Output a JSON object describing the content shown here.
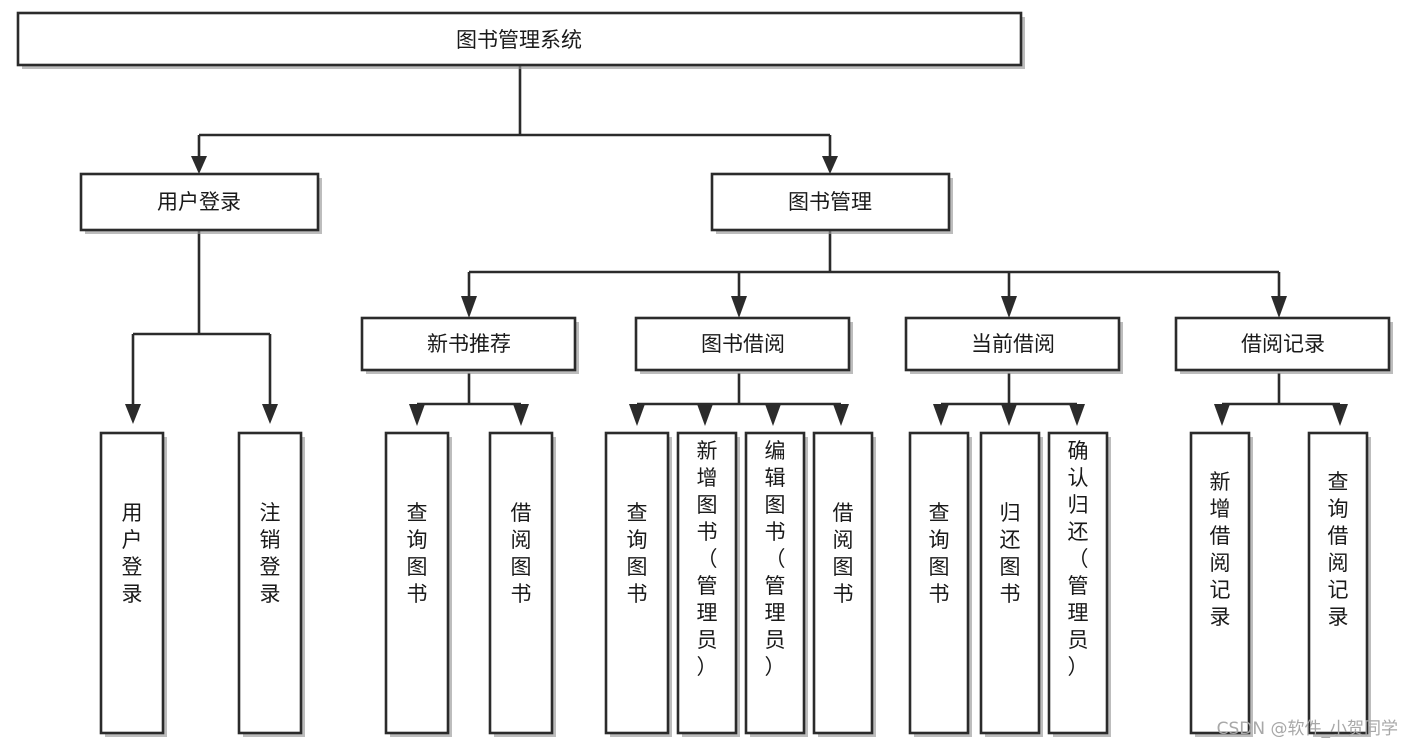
{
  "diagram": {
    "title": "图书管理系统",
    "type": "功能结构图",
    "background_color": "#ffffff",
    "line_color": "#2b2b2b",
    "text_color": "#1a1a1a",
    "nodes": {
      "root": {
        "label": "图书管理系统",
        "level": 0,
        "orientation": "horizontal"
      },
      "level1": [
        {
          "id": "user-login",
          "label": "用户登录"
        },
        {
          "id": "book-manage",
          "label": "图书管理"
        }
      ],
      "level2": [
        {
          "id": "new-book-recommend",
          "label": "新书推荐",
          "parent": "book-manage"
        },
        {
          "id": "book-borrow",
          "label": "图书借阅",
          "parent": "book-manage"
        },
        {
          "id": "current-borrow",
          "label": "当前借阅",
          "parent": "book-manage"
        },
        {
          "id": "borrow-record",
          "label": "借阅记录",
          "parent": "book-manage"
        }
      ],
      "leaves": [
        {
          "id": "leaf-user-login",
          "label": "用户登录",
          "parent": "user-login"
        },
        {
          "id": "leaf-user-logout",
          "label": "注销登录",
          "parent": "user-login"
        },
        {
          "id": "leaf-query-book-1",
          "label": "查询图书",
          "parent": "new-book-recommend"
        },
        {
          "id": "leaf-borrow-book-1",
          "label": "借阅图书",
          "parent": "new-book-recommend"
        },
        {
          "id": "leaf-query-book-2",
          "label": "查询图书",
          "parent": "book-borrow"
        },
        {
          "id": "leaf-add-book",
          "label": "新增图书（管理员）",
          "parent": "book-borrow"
        },
        {
          "id": "leaf-edit-book",
          "label": "编辑图书（管理员）",
          "parent": "book-borrow"
        },
        {
          "id": "leaf-borrow-book-2",
          "label": "借阅图书",
          "parent": "book-borrow"
        },
        {
          "id": "leaf-query-book-3",
          "label": "查询图书",
          "parent": "current-borrow"
        },
        {
          "id": "leaf-return-book",
          "label": "归还图书",
          "parent": "current-borrow"
        },
        {
          "id": "leaf-confirm-return",
          "label": "确认归还（管理员）",
          "parent": "current-borrow"
        },
        {
          "id": "leaf-add-record",
          "label": "新增借阅记录",
          "parent": "borrow-record"
        },
        {
          "id": "leaf-query-record",
          "label": "查询借阅记录",
          "parent": "borrow-record"
        }
      ]
    }
  },
  "watermark": {
    "text": "CSDN @软件_小贺同学",
    "color": "#a8a8a8"
  }
}
